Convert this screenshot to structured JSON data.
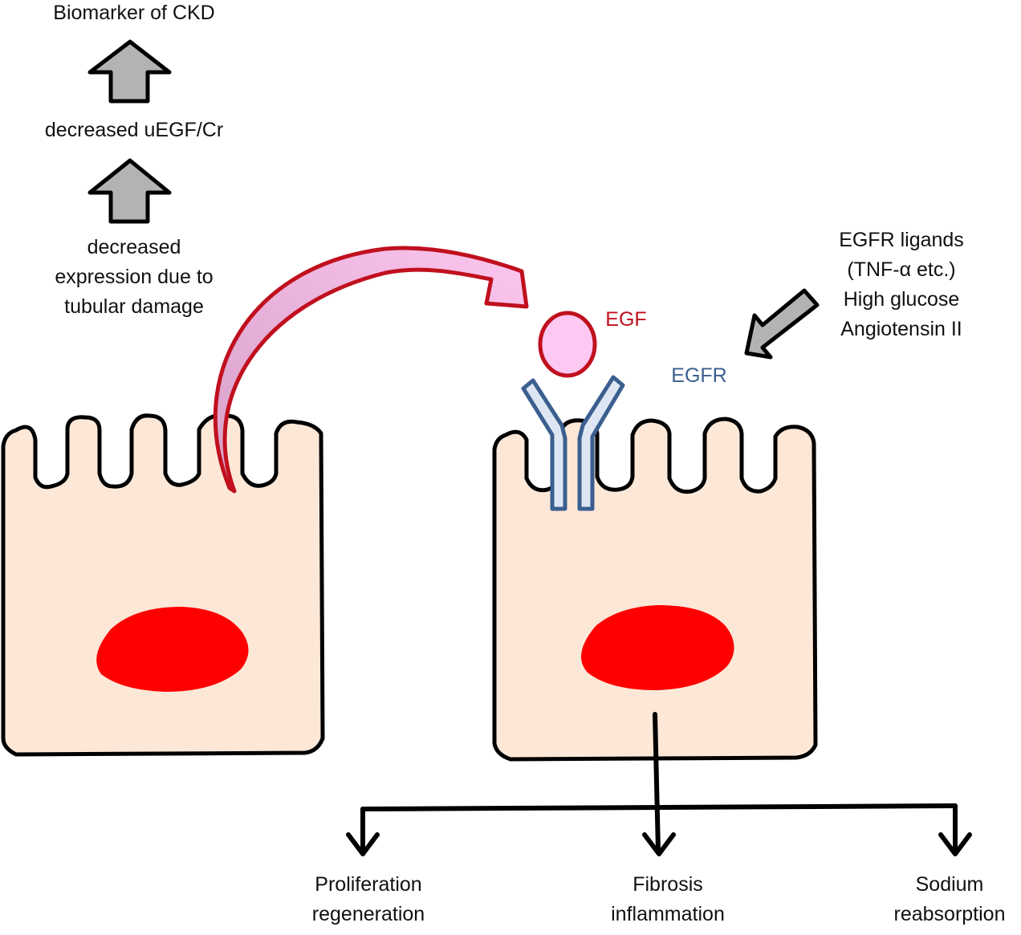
{
  "labels": {
    "biomarker": "Biomarker of CKD",
    "decreased_uegf": "decreased uEGF/Cr",
    "decreased_expression": "decreased\nexpression due to\ntubular damage",
    "egf": "EGF",
    "egfr": "EGFR",
    "stimuli": "EGFR ligands\n(TNF-α etc.)\nHigh glucose\nAngiotensin II",
    "outcome_proliferation": "Proliferation\nregeneration",
    "outcome_fibrosis": "Fibrosis\ninflammation",
    "outcome_sodium": "Sodium\nreabsorption"
  },
  "colors": {
    "cell_fill": "#fde8d8",
    "nucleus": "#ff0000",
    "egf_fill": "#fdc8f2",
    "egf_stroke": "#c0101e",
    "egfr_fill": "#dde6f2",
    "egfr_stroke": "#3a5f8f",
    "gray_arrow": "#b3b3b3",
    "curve_fill": "#d9a3cc",
    "curve_stroke": "#c0101e"
  }
}
